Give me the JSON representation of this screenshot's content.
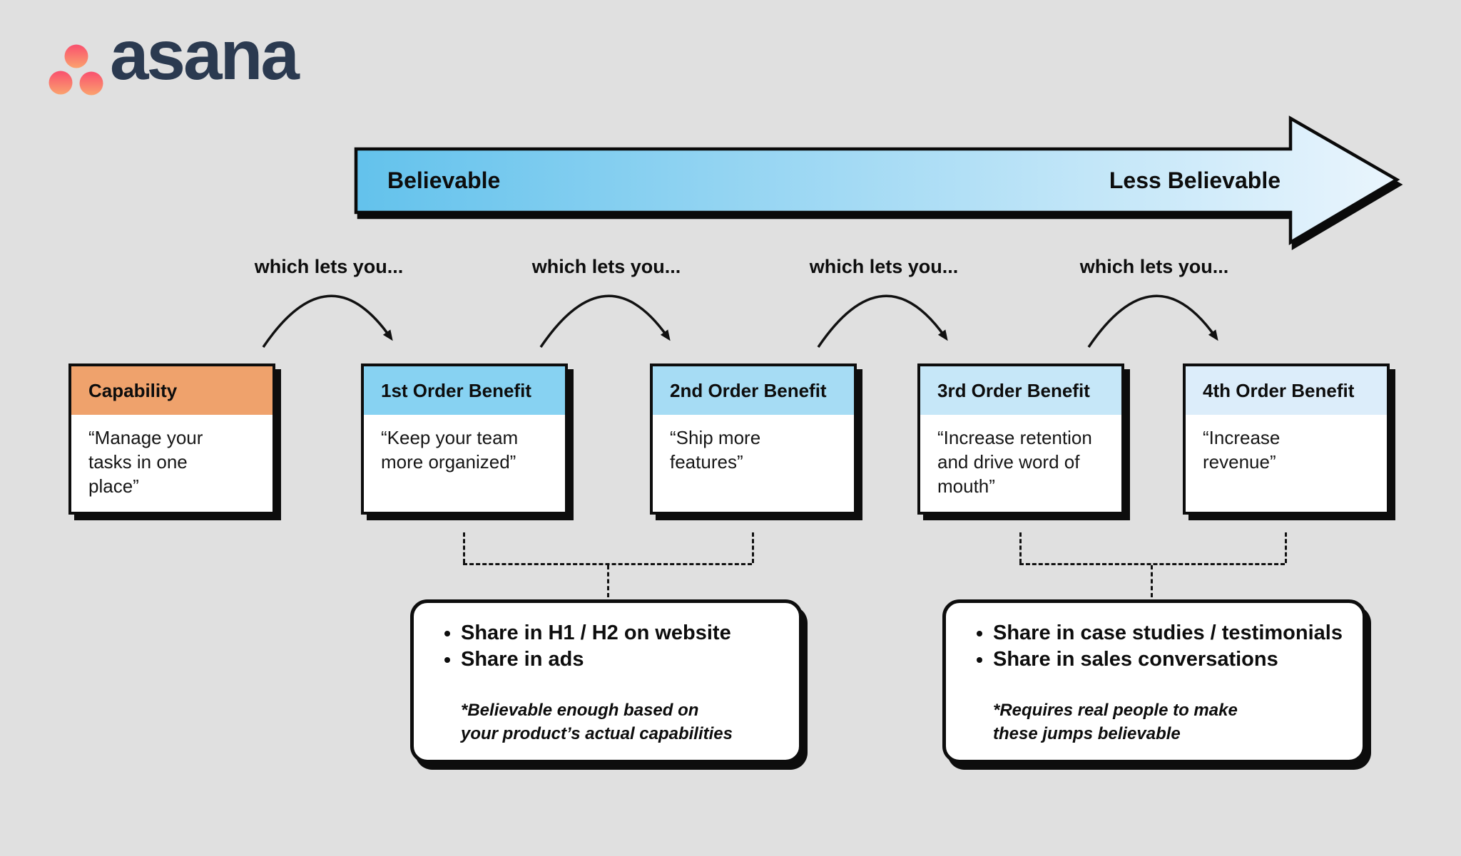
{
  "canvas": {
    "background": "#e0e0e0"
  },
  "logo": {
    "wordmark": "asana",
    "wordmark_color": "#2b3a50",
    "dot_gradient_top": "#f9506e",
    "dot_gradient_bottom": "#fba26e"
  },
  "spectrum": {
    "left_label": "Believable",
    "right_label": "Less Believable",
    "gradient_start": "#63c2ec",
    "gradient_end": "#eaf5fd"
  },
  "transition_label": "which lets you...",
  "cards": [
    {
      "title": "Capability",
      "header_color": "#efa26c",
      "quote": "“Manage your tasks in one place”"
    },
    {
      "title": "1st Order Benefit",
      "header_color": "#87d2f2",
      "quote": "“Keep your team more organized”"
    },
    {
      "title": "2nd Order Benefit",
      "header_color": "#a6dcf4",
      "quote": "“Ship more features”"
    },
    {
      "title": "3rd Order Benefit",
      "header_color": "#c6e7f8",
      "quote": "“Increase retention and drive word of mouth”"
    },
    {
      "title": "4th Order Benefit",
      "header_color": "#dcedfa",
      "quote": "“Increase revenue”"
    }
  ],
  "callouts": [
    {
      "bullets": [
        "Share in H1 / H2 on website",
        "Share in ads"
      ],
      "note": "*Believable enough based on your product’s actual capabilities"
    },
    {
      "bullets": [
        "Share in case studies / testimonials",
        "Share in sales conversations"
      ],
      "note": "*Requires real people to make these jumps believable"
    }
  ]
}
